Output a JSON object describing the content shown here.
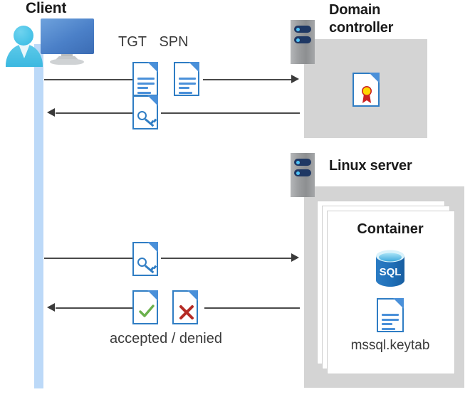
{
  "diagram": {
    "title_client": "Client",
    "title_domain_controller": "Domain\ncontroller",
    "title_domain_controller_line1": "Domain",
    "title_domain_controller_line2": "controller",
    "title_linux_server": "Linux server",
    "title_container": "Container",
    "label_keytab": "mssql.keytab",
    "label_tgt": "TGT",
    "label_spn": "SPN",
    "label_accepted_denied": "accepted / denied",
    "label_sql": "SQL"
  },
  "icons": {
    "client": "user-with-monitor-icon",
    "server": "server-tower-icon",
    "certificate_doc": "certificate-document-icon",
    "tgt_doc": "text-document-icon",
    "spn_doc": "text-document-icon",
    "ticket_doc": "key-document-icon",
    "accepted_doc": "check-document-icon",
    "denied_doc": "cross-document-icon",
    "keytab_doc": "text-document-icon",
    "database": "sql-database-icon"
  },
  "flows": [
    {
      "name": "client-to-dc-request",
      "direction": "right",
      "labels": [
        "TGT",
        "SPN"
      ]
    },
    {
      "name": "dc-to-client-ticket",
      "direction": "left",
      "labels": []
    },
    {
      "name": "client-to-linux-ticket",
      "direction": "right",
      "labels": []
    },
    {
      "name": "linux-to-client-result",
      "direction": "left",
      "labels": [
        "accepted / denied"
      ]
    }
  ],
  "colors": {
    "accent_blue": "#2f7dc4",
    "fold_blue": "#4a90d9",
    "lifeline_blue": "#bcd9f8",
    "zone_gray": "#d4d4d4",
    "server_gray": "#9a9c9e",
    "check_green": "#6ab04c",
    "cross_red": "#c0392b",
    "cert_gold": "#ffd700",
    "cert_ribbon_red": "#cc2222",
    "sql_blue": "#1f6fb8",
    "text_dark": "#1a1a1a"
  }
}
